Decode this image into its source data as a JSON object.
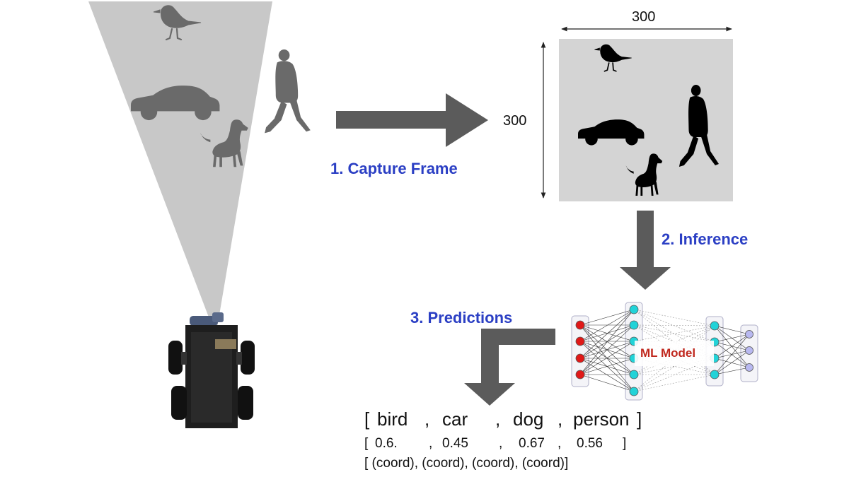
{
  "steps": {
    "capture": "1. Capture Frame",
    "inference": "2. Inference",
    "predictions": "3. Predictions"
  },
  "frame": {
    "width_label": "300",
    "height_label": "300"
  },
  "model": {
    "label": "ML Model"
  },
  "outputs": {
    "labels": {
      "open": "[",
      "items": [
        "bird",
        "car",
        "dog",
        "person"
      ],
      "close": "]"
    },
    "scores": {
      "open": "[",
      "items": [
        "0.6.",
        "0.45",
        "0.67",
        "0.56"
      ],
      "close": "]"
    },
    "boxes": "[ (coord), (coord), (coord), (coord)]"
  },
  "colors": {
    "step_text": "#2b3fc4",
    "model_text": "#c0281e",
    "arrow": "#5b5b5b",
    "cone": "#c8c8c8",
    "frame_bg": "#d4d4d4",
    "input_node": "#e01818",
    "hidden_node": "#22d3d8",
    "output_node": "#b8b8f0"
  },
  "icons": [
    "bird-icon",
    "car-icon",
    "person-icon",
    "dog-icon",
    "robot-icon",
    "neural-network-icon"
  ]
}
